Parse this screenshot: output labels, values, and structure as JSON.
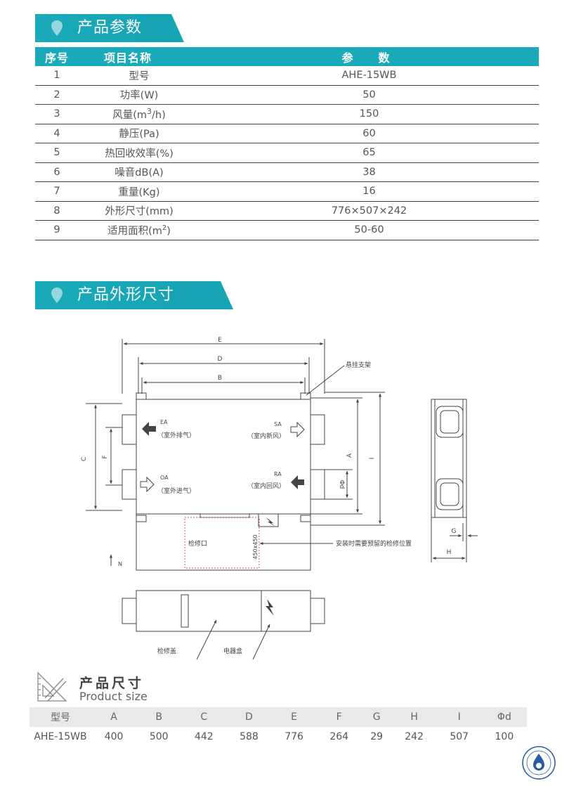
{
  "sections": {
    "params_title": "产品参数",
    "outline_title": "产品外形尺寸"
  },
  "spec_table": {
    "headers": [
      "序号",
      "项目名称",
      "参　数"
    ],
    "rows": [
      {
        "no": "1",
        "item": "型号",
        "value": "AHE-15WB"
      },
      {
        "no": "2",
        "item": "功率(W)",
        "value": "50"
      },
      {
        "no": "3",
        "item_pre": "风量(m",
        "item_sup": "3",
        "item_post": "/h)",
        "value": "150"
      },
      {
        "no": "4",
        "item": "静压(Pa)",
        "value": "60"
      },
      {
        "no": "5",
        "item": "热回收效率(%)",
        "value": "65"
      },
      {
        "no": "6",
        "item": "噪音dB(A)",
        "value": "38"
      },
      {
        "no": "7",
        "item": "重量(Kg)",
        "value": "16"
      },
      {
        "no": "8",
        "item": "外形尺寸(mm)",
        "value": "776×507×242"
      },
      {
        "no": "9",
        "item_pre": "适用面积(m",
        "item_sup": "2",
        "item_post": ")",
        "value": "50-60"
      }
    ]
  },
  "drawing": {
    "dims": {
      "E": "E",
      "D": "D",
      "B": "B",
      "C": "C",
      "F": "F",
      "A": "A",
      "I": "I",
      "phid": "Φd",
      "G": "G",
      "H": "H"
    },
    "labels": {
      "hanger": "悬挂支架",
      "ea": "EA",
      "ea_cn": "（室外排气）",
      "sa": "SA",
      "sa_cn": "（室内新风）",
      "oa": "OA",
      "oa_cn": "（室外进气）",
      "ra": "RA",
      "ra_cn": "（室内回风）",
      "access_port": "检修口",
      "access_size": "450x450",
      "access_note": "安装时需要预留的检修位置",
      "north": "N",
      "access_cover": "检修盖",
      "electrical_box": "电器盒"
    }
  },
  "size": {
    "title": "产品尺寸",
    "subtitle": "Product size",
    "headers": [
      "型号",
      "A",
      "B",
      "C",
      "D",
      "E",
      "F",
      "G",
      "H",
      "I",
      "Φd"
    ],
    "rows": [
      [
        "AHE-15WB",
        "400",
        "500",
        "442",
        "588",
        "776",
        "264",
        "29",
        "242",
        "507",
        "100"
      ]
    ]
  },
  "colors": {
    "accent": "#1aaab9",
    "text": "#555555",
    "line": "#444444",
    "access_dash": "#d9534f"
  }
}
